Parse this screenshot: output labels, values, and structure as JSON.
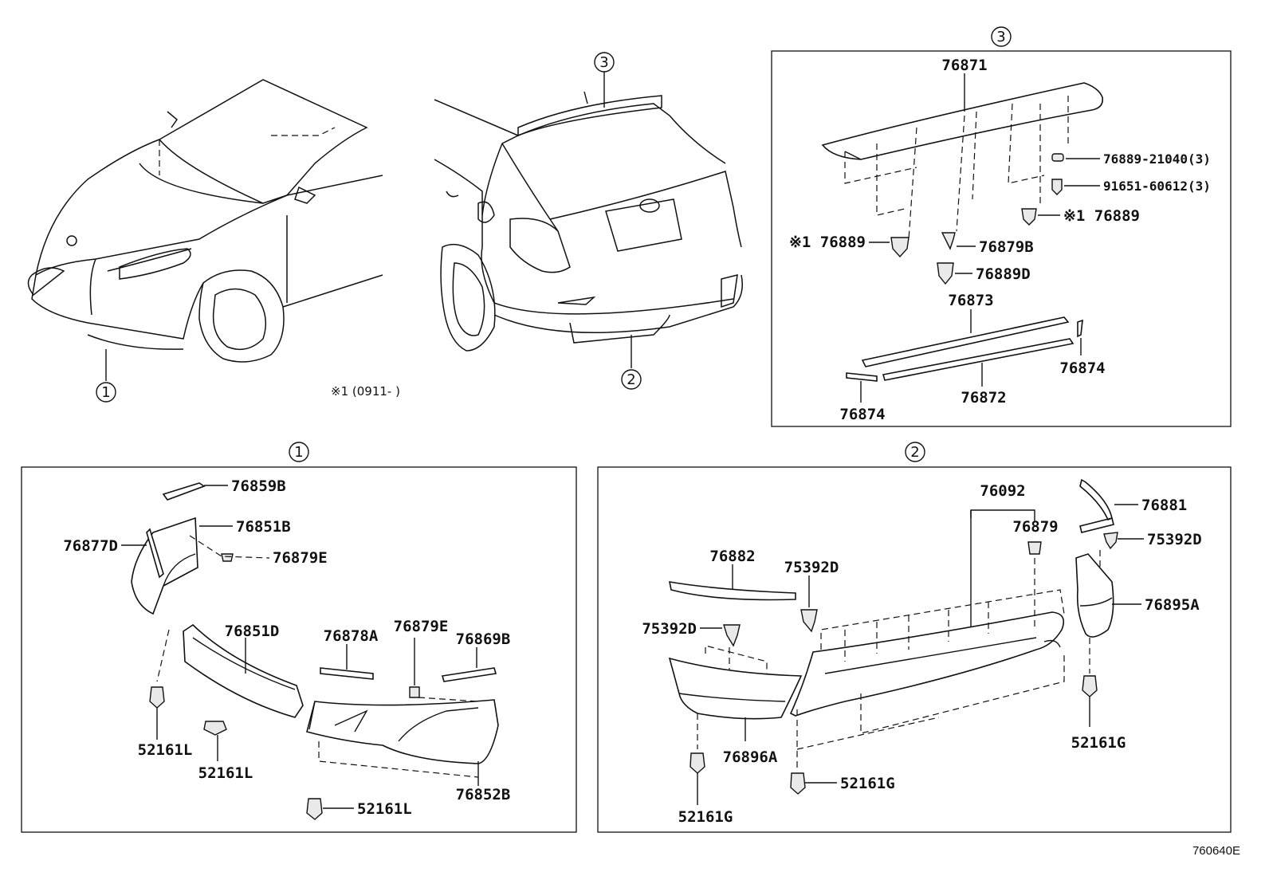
{
  "figure_code": "760640E",
  "note": "※1 (0911-      )",
  "overview": {
    "front_callout": "1",
    "rear_bumper_callout": "2",
    "spoiler_callout": "3"
  },
  "panel3": {
    "title": "3",
    "labels": {
      "p76871": "76871",
      "p76889_21040": "76889-21040(3)",
      "p91651": "91651-60612(3)",
      "p76889_right": "※1 76889",
      "p76889_left": "※1 76889",
      "p76879B": "76879B",
      "p76889D": "76889D",
      "p76873": "76873",
      "p76874_right": "76874",
      "p76874_left": "76874",
      "p76872": "76872"
    }
  },
  "panel1": {
    "title": "1",
    "labels": {
      "p76859B": "76859B",
      "p76851B": "76851B",
      "p76877D": "76877D",
      "p76879E_top": "76879E",
      "p76851D": "76851D",
      "p76878A": "76878A",
      "p76879E_mid": "76879E",
      "p76869B": "76869B",
      "p52161L_a": "52161L",
      "p52161L_b": "52161L",
      "p52161L_c": "52161L",
      "p76852B": "76852B"
    }
  },
  "panel2": {
    "title": "2",
    "labels": {
      "p76092": "76092",
      "p76881": "76881",
      "p76879": "76879",
      "p75392D_r": "75392D",
      "p76882": "76882",
      "p75392D_m": "75392D",
      "p75392D_l": "75392D",
      "p76895A": "76895A",
      "p52161G_r": "52161G",
      "p52161G_m": "52161G",
      "p52161G_l": "52161G",
      "p76896A": "76896A"
    }
  }
}
